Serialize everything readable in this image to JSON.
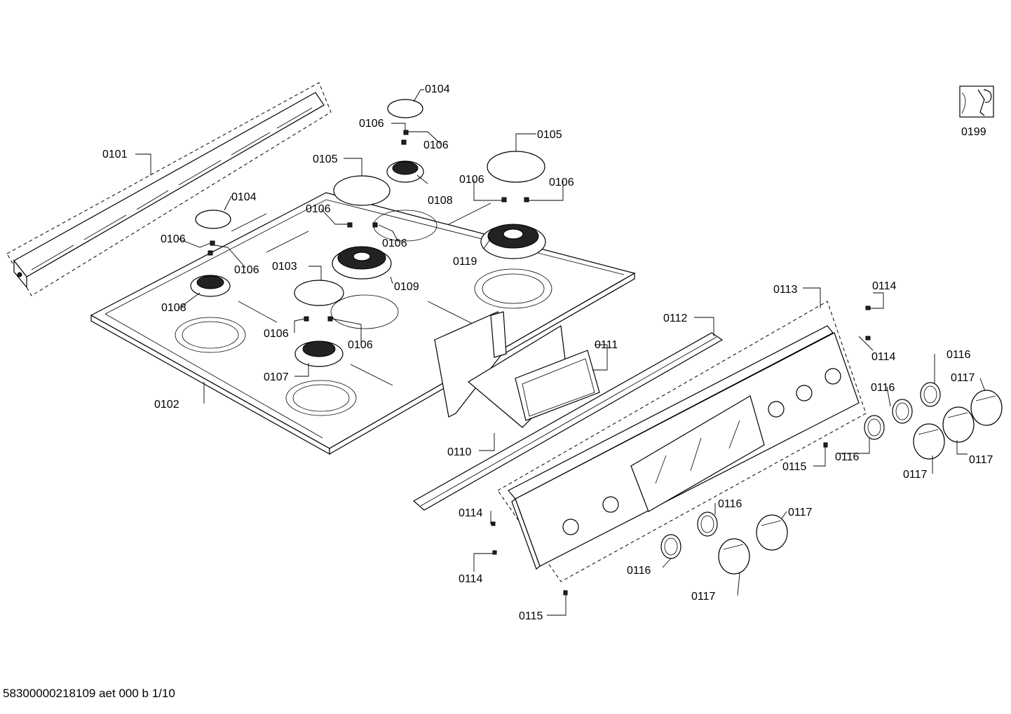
{
  "footer": "58300000218109 aet 000 b 1/10",
  "callouts": [
    {
      "id": "c0101",
      "text": "0101"
    },
    {
      "id": "c0102",
      "text": "0102"
    },
    {
      "id": "c0103",
      "text": "0103"
    },
    {
      "id": "c0104a",
      "text": "0104"
    },
    {
      "id": "c0104b",
      "text": "0104"
    },
    {
      "id": "c0105a",
      "text": "0105"
    },
    {
      "id": "c0105b",
      "text": "0105"
    },
    {
      "id": "c0106a",
      "text": "0106"
    },
    {
      "id": "c0106b",
      "text": "0106"
    },
    {
      "id": "c0106c",
      "text": "0106"
    },
    {
      "id": "c0106d",
      "text": "0106"
    },
    {
      "id": "c0106e",
      "text": "0106"
    },
    {
      "id": "c0106f",
      "text": "0106"
    },
    {
      "id": "c0106g",
      "text": "0106"
    },
    {
      "id": "c0106h",
      "text": "0106"
    },
    {
      "id": "c0106i",
      "text": "0106"
    },
    {
      "id": "c0106j",
      "text": "0106"
    },
    {
      "id": "c0107",
      "text": "0107"
    },
    {
      "id": "c0108a",
      "text": "0108"
    },
    {
      "id": "c0108b",
      "text": "0108"
    },
    {
      "id": "c0109",
      "text": "0109"
    },
    {
      "id": "c0110",
      "text": "0110"
    },
    {
      "id": "c0111",
      "text": "0111"
    },
    {
      "id": "c0112",
      "text": "0112"
    },
    {
      "id": "c0113",
      "text": "0113"
    },
    {
      "id": "c0114a",
      "text": "0114"
    },
    {
      "id": "c0114b",
      "text": "0114"
    },
    {
      "id": "c0114c",
      "text": "0114"
    },
    {
      "id": "c0114d",
      "text": "0114"
    },
    {
      "id": "c0115a",
      "text": "0115"
    },
    {
      "id": "c0115b",
      "text": "0115"
    },
    {
      "id": "c0116a",
      "text": "0116"
    },
    {
      "id": "c0116b",
      "text": "0116"
    },
    {
      "id": "c0116c",
      "text": "0116"
    },
    {
      "id": "c0116d",
      "text": "0116"
    },
    {
      "id": "c0116e",
      "text": "0116"
    },
    {
      "id": "c0117a",
      "text": "0117"
    },
    {
      "id": "c0117b",
      "text": "0117"
    },
    {
      "id": "c0117c",
      "text": "0117"
    },
    {
      "id": "c0117d",
      "text": "0117"
    },
    {
      "id": "c0117e",
      "text": "0117"
    },
    {
      "id": "c0199",
      "text": "0199"
    }
  ],
  "icons": {
    "service_tool": "wrench-icon"
  }
}
